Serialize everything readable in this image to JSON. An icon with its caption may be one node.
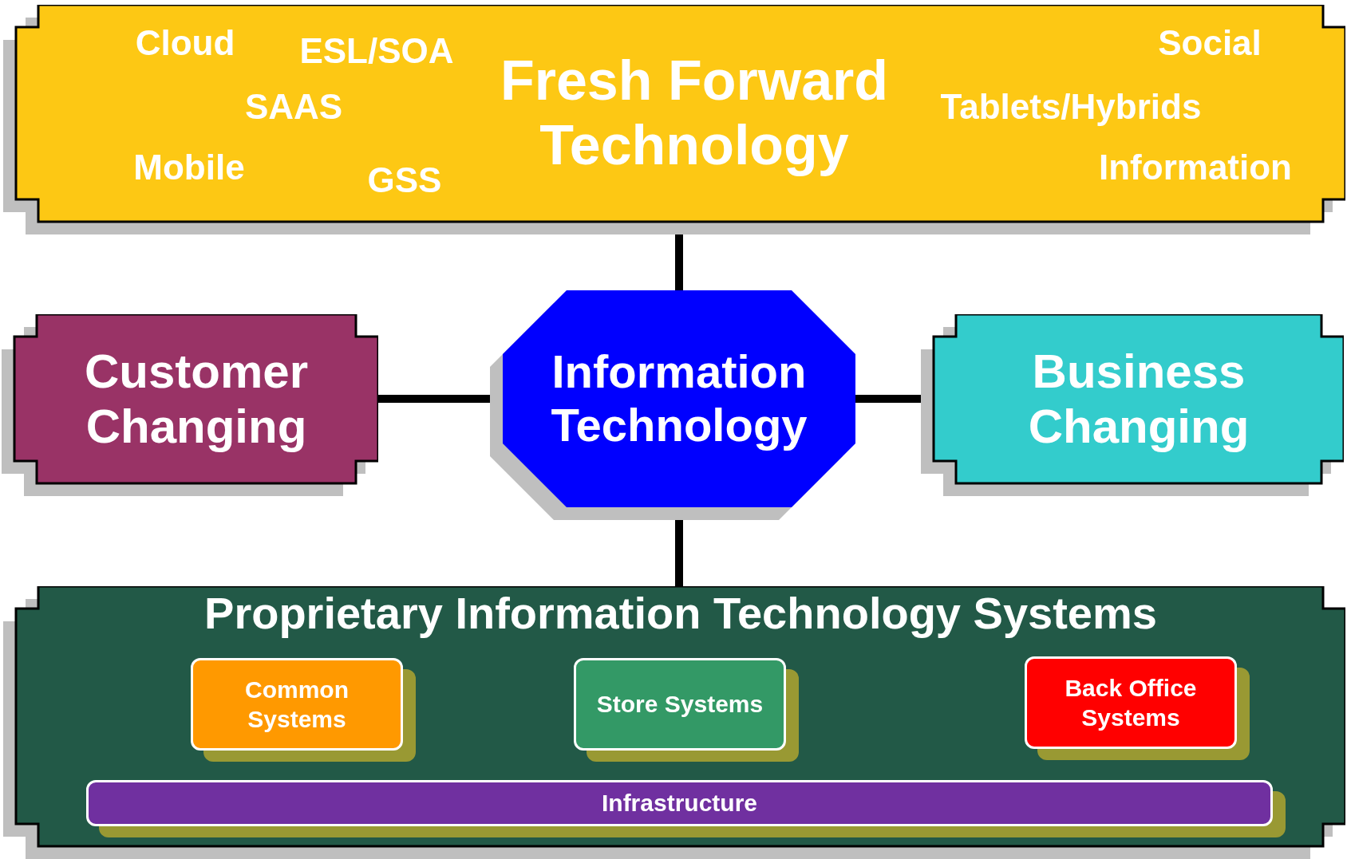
{
  "diagram": {
    "nodes": [
      {
        "text": [
          "Fresh Forward Technology",
          "Cloud",
          "ESL/SOA",
          "SAAS",
          "Mobile",
          "GSS",
          "Social",
          "Tablets/Hybrids",
          "Information"
        ]
      },
      {
        "text": [
          "Customer Changing"
        ]
      },
      {
        "text": [
          "Information Technology"
        ]
      },
      {
        "text": [
          "Business Changing"
        ]
      },
      {
        "text": [
          "Proprietary Information Technology Systems"
        ]
      },
      {
        "text": [
          "Common Systems"
        ],
        "in": 4
      },
      {
        "text": [
          "Store Systems"
        ],
        "in": 4
      },
      {
        "text": [
          "Back Office Systems"
        ],
        "in": 4
      },
      {
        "text": [
          "Infrastructure"
        ],
        "in": 4
      }
    ],
    "edges": [
      {
        "from": 0,
        "to": 2,
        "arrow": "none"
      },
      {
        "from": 1,
        "to": 2,
        "arrow": "none"
      },
      {
        "from": 2,
        "to": 3,
        "arrow": "none"
      },
      {
        "from": 2,
        "to": 4,
        "arrow": "none"
      }
    ]
  }
}
